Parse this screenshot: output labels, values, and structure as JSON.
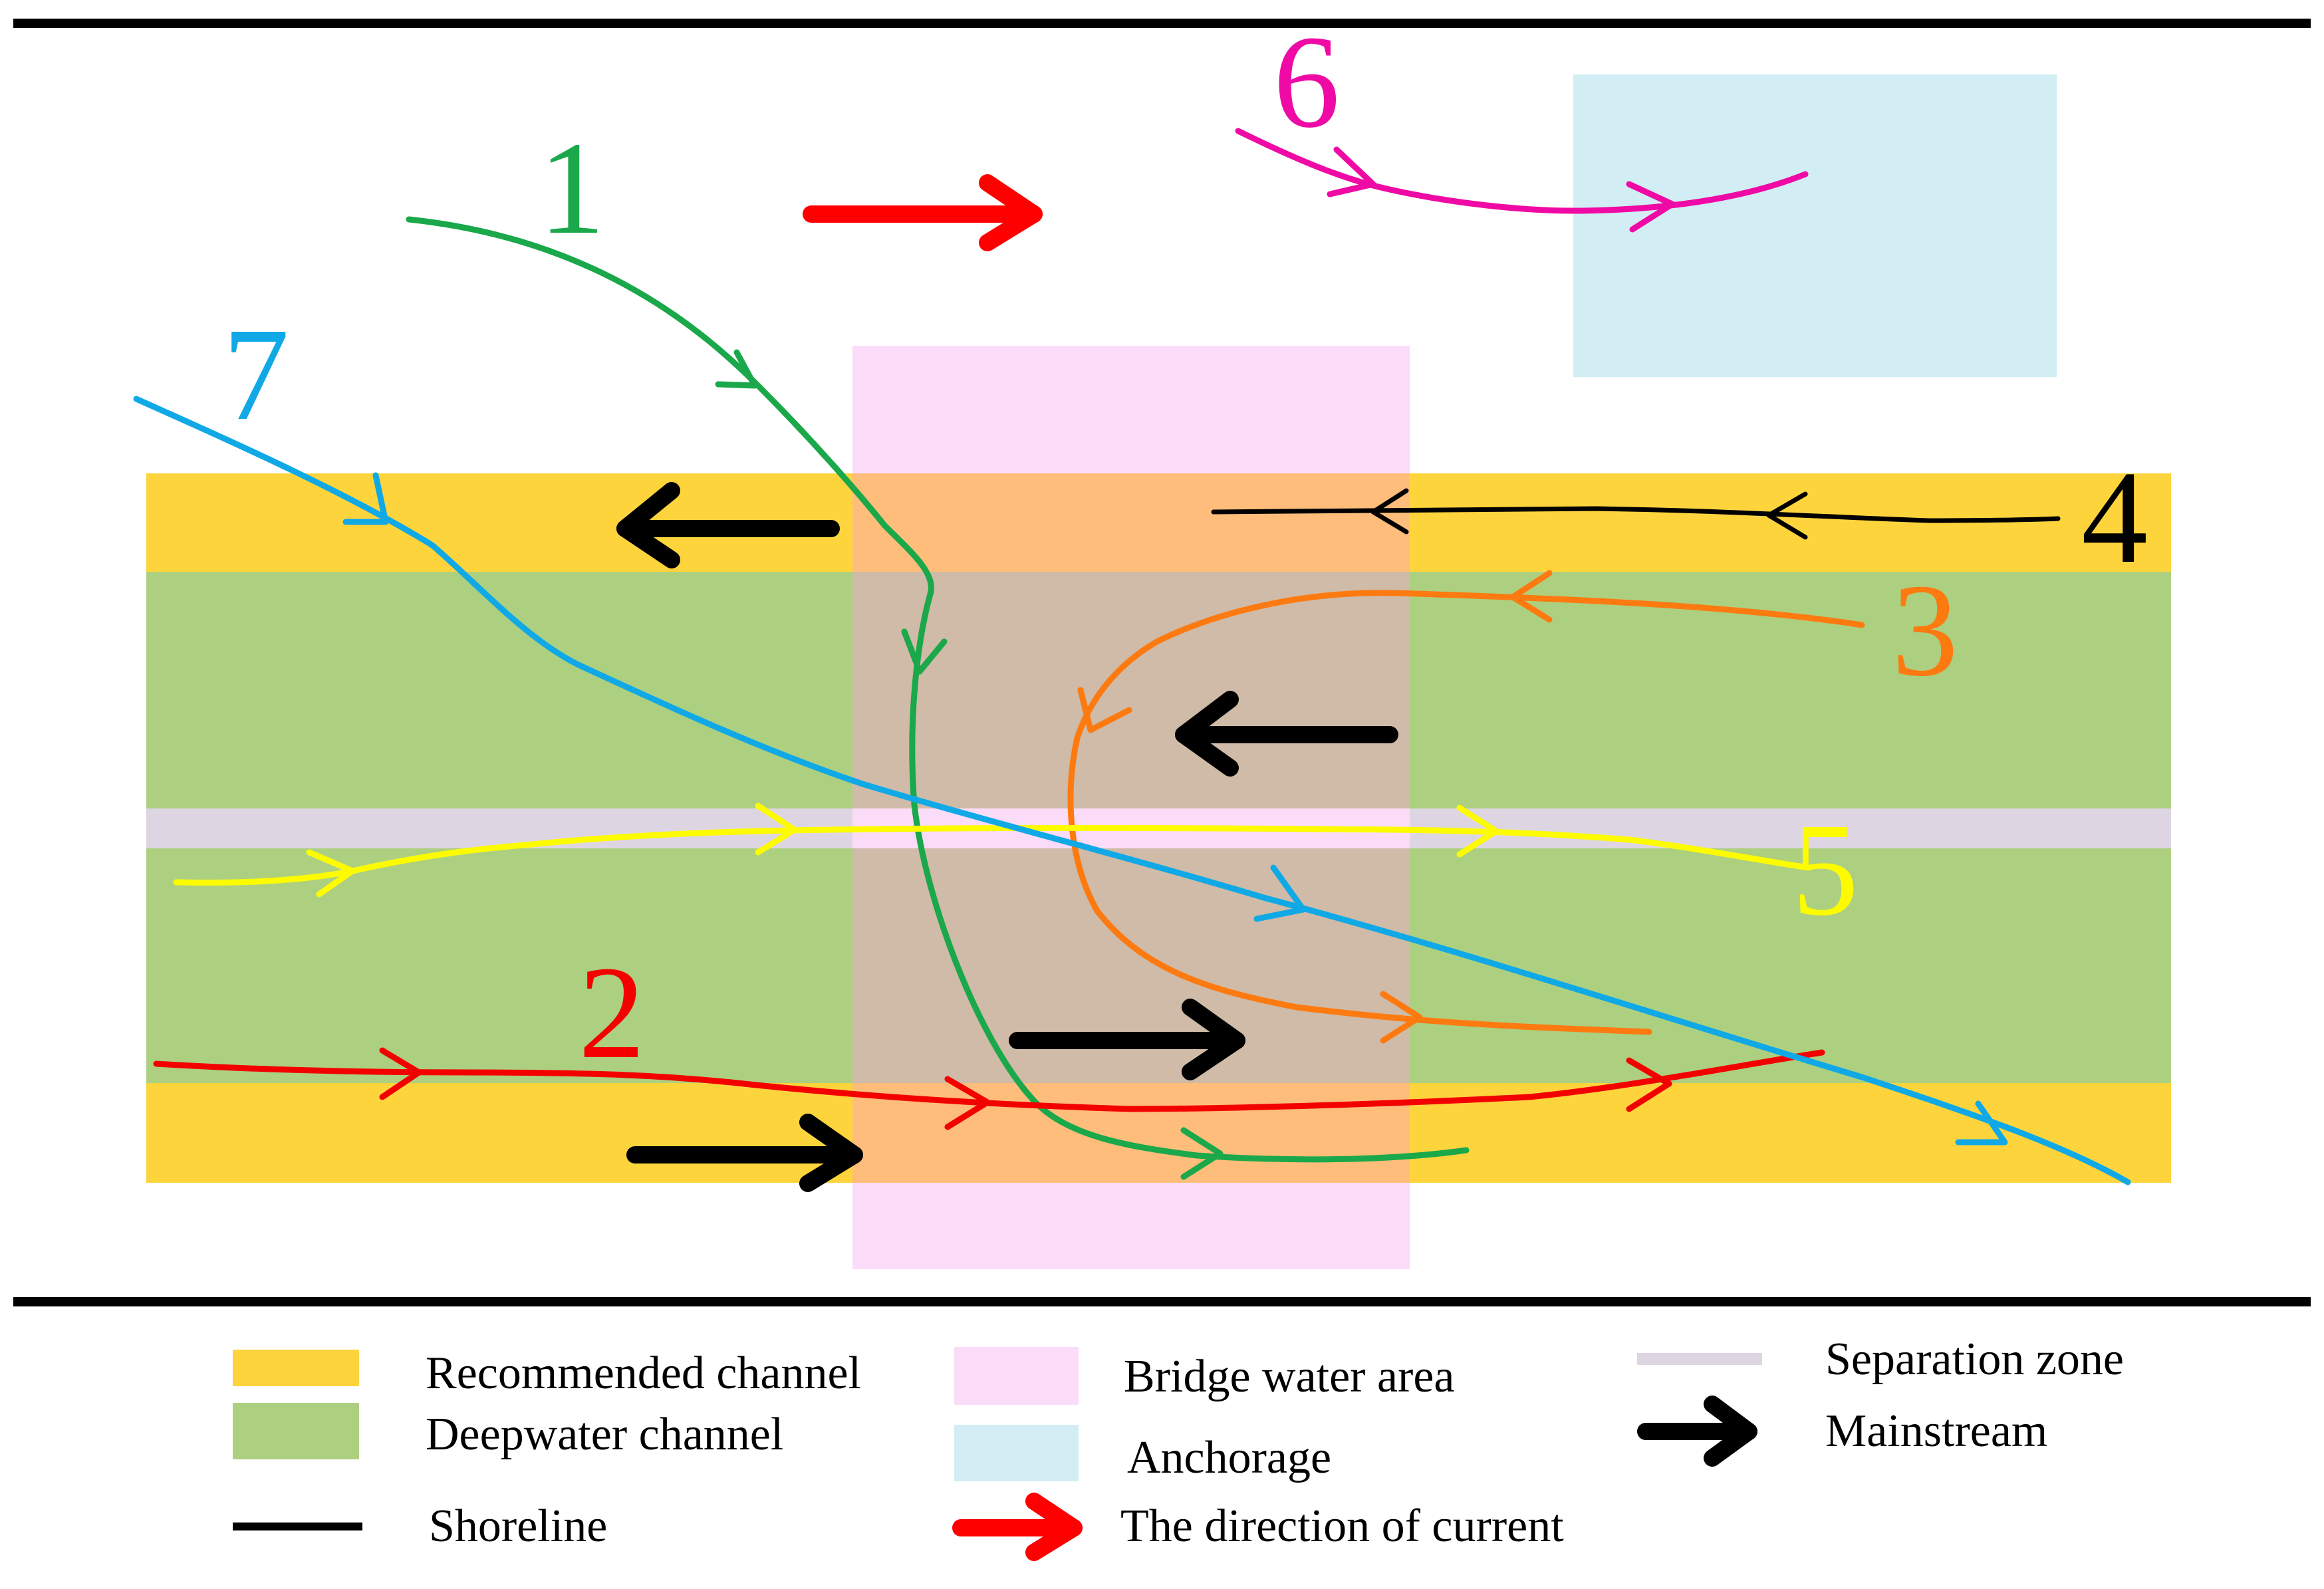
{
  "colors": {
    "recommended_channel": "#fed43d",
    "deepwater_channel": "#add080",
    "bridge_water_area": "#fbdcf8",
    "bridge_over_recommended": "#febd7a",
    "bridge_over_deepwater": "#cfbba7",
    "separation_zone": "#ded5e3",
    "anchorage": "#d3edf4",
    "shoreline": "#000000",
    "mainstream": "#000000",
    "current": "#fe0000"
  },
  "routes": [
    {
      "id": "1",
      "label": "1",
      "color": "#1aa84a"
    },
    {
      "id": "2",
      "label": "2",
      "color": "#f30000"
    },
    {
      "id": "3",
      "label": "3",
      "color": "#fd7a11"
    },
    {
      "id": "4",
      "label": "4",
      "color": "#000000"
    },
    {
      "id": "5",
      "label": "5",
      "color": "#fdfb00"
    },
    {
      "id": "6",
      "label": "6",
      "color": "#f00aa5"
    },
    {
      "id": "7",
      "label": "7",
      "color": "#10a9e6"
    }
  ],
  "legend": {
    "recommended_channel": "Recommended channel",
    "deepwater_channel": "Deepwater channel",
    "shoreline": "Shoreline",
    "bridge_water_area": "Bridge water area",
    "anchorage": "Anchorage",
    "current_direction": "The direction of current",
    "separation_zone": "Separation zone",
    "mainstream": "Mainstream"
  }
}
